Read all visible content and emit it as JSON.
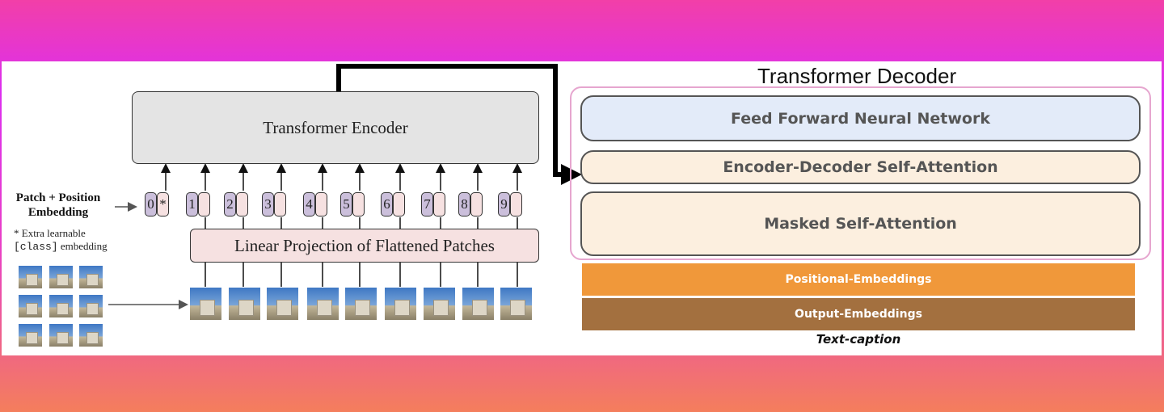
{
  "encoder": {
    "title": "Transformer Encoder",
    "projection_label": "Linear Projection of Flattened Patches",
    "patch_label_line1": "Patch + Position",
    "patch_label_line2": "Embedding",
    "extra_line1": "* Extra learnable",
    "extra_code": "[class]",
    "extra_line2": " embedding",
    "tokens": [
      "0",
      "1",
      "2",
      "3",
      "4",
      "5",
      "6",
      "7",
      "8",
      "9"
    ],
    "class_marker": "*"
  },
  "decoder": {
    "title": "Transformer Decoder",
    "layers": {
      "ffn": "Feed Forward Neural Network",
      "enc_dec_attention": "Encoder-Decoder Self-Attention",
      "masked_attention": "Masked Self-Attention"
    },
    "positional_embeddings": "Positional-Embeddings",
    "output_embeddings": "Output-Embeddings",
    "caption": "Text-caption"
  },
  "colors": {
    "background_top": "#f23fa8",
    "background_bottom": "#f47e5c",
    "encoder_box": "#e4e4e4",
    "projection_box": "#f6e1e1",
    "token_number": "#cbbfdb",
    "ffn_layer": "#e3ebf9",
    "attention_layer": "#fcefdf",
    "decoder_frame": "#e6a6cf",
    "positional_bar": "#f0983a",
    "output_bar": "#a3703f"
  }
}
